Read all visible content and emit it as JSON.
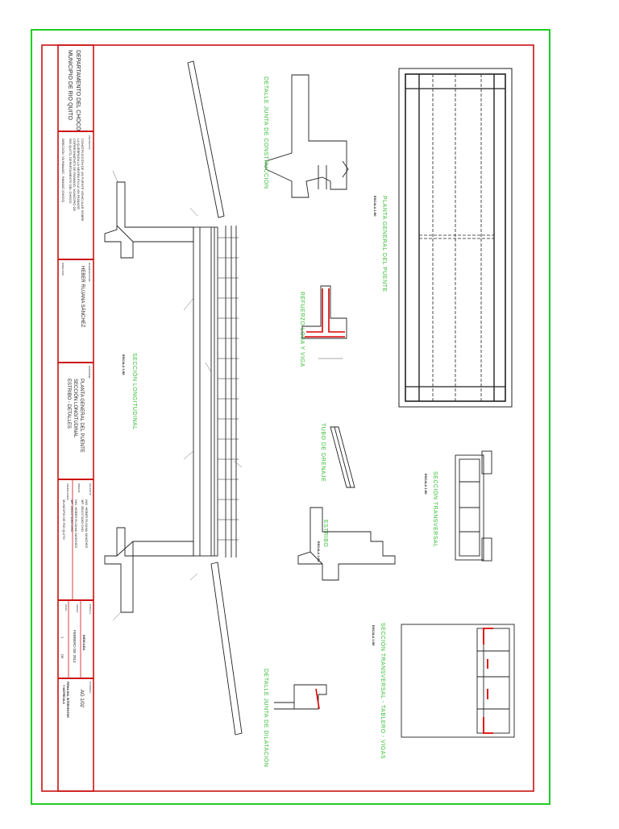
{
  "title_block": {
    "department": "DEPARTAMENTO DEL CHOCÓ",
    "municipality": "MUNICIPIO DE RIO QUITO",
    "project_label": "PROYECTO:",
    "project_lines": [
      "CONSTRUCCIÓN DE UN PUENTE VEHICULAR SOBRE",
      "LA QUEBRADA LA NEGRA EN LA VÍA PAIMADÓ",
      "CORREGIMIENTO DE PAIMADÓ, MUNICIPIO DE",
      "RIO QUITO, DEPARTAMENTO DEL CHOCÓ.",
      "DIRECCIÓN: VÍA PAIMADÓ - PAIMADÓ (CHOCÓ)"
    ],
    "designer_label": "DISEÑADO POR:",
    "designer_name": "HEBER RUJANA SÁNCHEZ",
    "director_label": "DIRECTOR:",
    "content_label": "CONTIENE:",
    "content_lines": [
      "PLANTA GENERAL DEL PUENTE",
      "SECCIÓN LONGITUDINAL",
      "ESTRIBO - DETALLES"
    ],
    "calc_label": "CALCULÓ:",
    "calc_lines": [
      "ING. HEBER RUJANA SÁNCHEZ",
      "MP. 2501371083 CHO"
    ],
    "drawn_label": "DIBUJÓ:",
    "drawn_lines": [
      "ING. HEBER RUJANA SÁNCHEZ",
      "MP. 2501371083 CHO"
    ],
    "owner_label": "PROPIETARIO:",
    "owner": "MUNICIPIO DE RIO QUITO",
    "scale_label": "ESCALA:",
    "scale_value": "INDICADA",
    "date_label": "FECHA:",
    "date_value": "FEBRERO DE 2013",
    "sheet_label": "HOJA:",
    "sheet_value": "1",
    "sheet_of": "DE",
    "plan_label": "PLANCHA:",
    "plan_value": "AG 1/02",
    "stamp_lines": [
      "FIRMA DEL INTERVENTOR",
      "Y MATRÍCULA"
    ]
  },
  "drawing_labels": {
    "longitudinal": "SECCIÓN LONGITUDINAL",
    "plan": "PLANTA GENERAL DEL PUENTE",
    "construction_joint": "DETALLE JUNTA DE CONSTRUCCIÓN",
    "reinforcement": "REFUERZO LOSA Y VIGA",
    "drain": "TUBO DE DRENAJE",
    "abutment": "ESTRIBO",
    "cross_section_1": "SECCIÓN TRANSVERSAL",
    "cross_section_2": "SECCIÓN TRANSVERSAL - TABLERO - VIGAS",
    "expansion_joint": "DETALLE JUNTA DE DILATACIÓN",
    "scale_note": "ESCALA 1:50"
  },
  "colors": {
    "sheet_frame": "#22cc22",
    "border": "#cc1111",
    "line": "#222222",
    "label": "#33bb33",
    "rebar": "#dd0000"
  }
}
